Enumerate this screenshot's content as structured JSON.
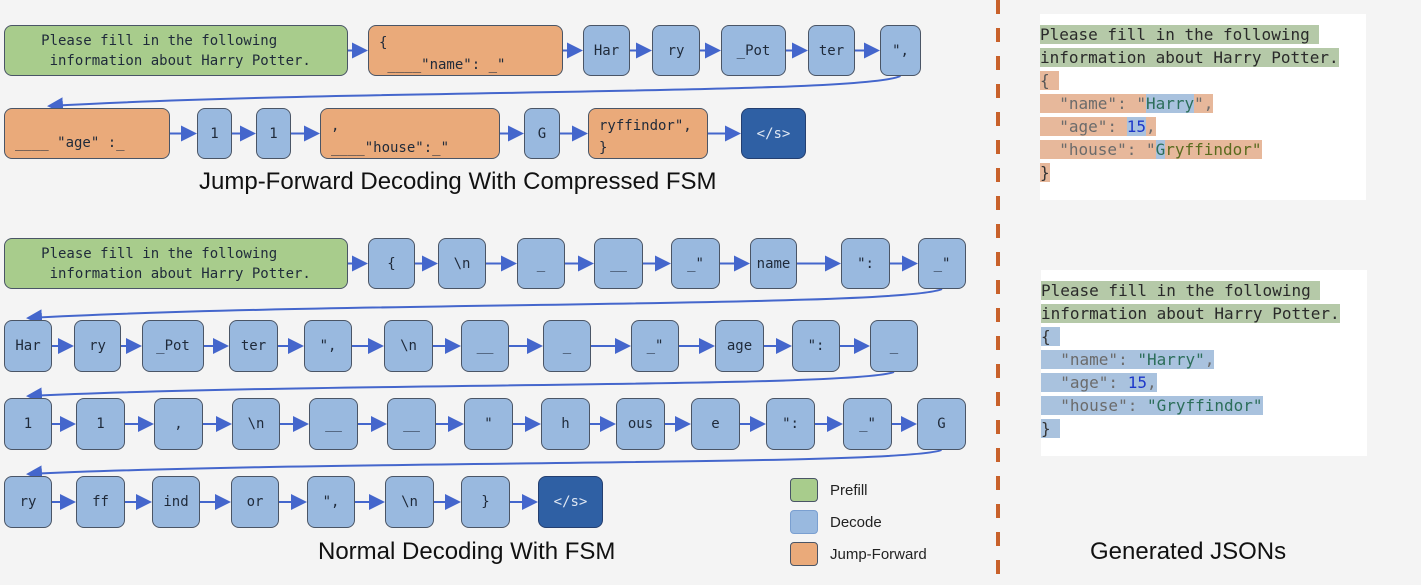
{
  "colors": {
    "prefill": "#a8cc8c",
    "decode": "#99b9df",
    "jump_forward": "#eaaa7a",
    "eos": "#2f60a4",
    "arrow": "#4466cc",
    "divider": "#c8612a"
  },
  "jump_forward_diagram": {
    "title": "Jump-Forward Decoding With Compressed FSM",
    "rows": [
      [
        {
          "type": "prefill",
          "text": "Please fill in the following\n information about Harry Potter."
        },
        {
          "type": "jump",
          "text": "{\n ____\"name\": _\""
        },
        {
          "type": "decode",
          "text": "Har"
        },
        {
          "type": "decode",
          "text": "ry"
        },
        {
          "type": "decode",
          "text": "_Pot"
        },
        {
          "type": "decode",
          "text": "ter"
        },
        {
          "type": "decode",
          "text": "\","
        }
      ],
      [
        {
          "type": "jump",
          "text": "\n____ \"age\" :_"
        },
        {
          "type": "decode",
          "text": "1"
        },
        {
          "type": "decode",
          "text": "1"
        },
        {
          "type": "jump",
          "text": ",\n____\"house\":_\""
        },
        {
          "type": "decode",
          "text": "G"
        },
        {
          "type": "jump",
          "text": "ryffindor\",\n}"
        },
        {
          "type": "eos",
          "text": "</s>"
        }
      ]
    ]
  },
  "normal_diagram": {
    "title": "Normal Decoding With FSM",
    "rows": [
      [
        {
          "type": "prefill",
          "text": "Please fill in the following\n information about Harry Potter."
        },
        {
          "type": "decode",
          "text": "{"
        },
        {
          "type": "decode",
          "text": "\\n"
        },
        {
          "type": "decode",
          "text": "_"
        },
        {
          "type": "decode",
          "text": "__"
        },
        {
          "type": "decode",
          "text": "_\""
        },
        {
          "type": "decode",
          "text": "name"
        },
        {
          "type": "decode",
          "text": "\":"
        },
        {
          "type": "decode",
          "text": "_\""
        }
      ],
      [
        {
          "type": "decode",
          "text": "Har"
        },
        {
          "type": "decode",
          "text": "ry"
        },
        {
          "type": "decode",
          "text": "_Pot"
        },
        {
          "type": "decode",
          "text": "ter"
        },
        {
          "type": "decode",
          "text": "\","
        },
        {
          "type": "decode",
          "text": "\\n"
        },
        {
          "type": "decode",
          "text": "__"
        },
        {
          "type": "decode",
          "text": "_"
        },
        {
          "type": "decode",
          "text": "_\""
        },
        {
          "type": "decode",
          "text": "age"
        },
        {
          "type": "decode",
          "text": "\":"
        },
        {
          "type": "decode",
          "text": "_"
        }
      ],
      [
        {
          "type": "decode",
          "text": "1"
        },
        {
          "type": "decode",
          "text": "1"
        },
        {
          "type": "decode",
          "text": ","
        },
        {
          "type": "decode",
          "text": "\\n"
        },
        {
          "type": "decode",
          "text": "__"
        },
        {
          "type": "decode",
          "text": "__"
        },
        {
          "type": "decode",
          "text": "\""
        },
        {
          "type": "decode",
          "text": "h"
        },
        {
          "type": "decode",
          "text": "ous"
        },
        {
          "type": "decode",
          "text": "e"
        },
        {
          "type": "decode",
          "text": "\":"
        },
        {
          "type": "decode",
          "text": "_\""
        },
        {
          "type": "decode",
          "text": "G"
        }
      ],
      [
        {
          "type": "decode",
          "text": "ry"
        },
        {
          "type": "decode",
          "text": "ff"
        },
        {
          "type": "decode",
          "text": "ind"
        },
        {
          "type": "decode",
          "text": "or"
        },
        {
          "type": "decode",
          "text": "\","
        },
        {
          "type": "decode",
          "text": "\\n"
        },
        {
          "type": "decode",
          "text": "}"
        },
        {
          "type": "eos",
          "text": "</s>"
        }
      ]
    ]
  },
  "legend": {
    "items": [
      {
        "label": "Prefill",
        "type": "prefill"
      },
      {
        "label": "Decode",
        "type": "decode"
      },
      {
        "label": "Jump-Forward",
        "type": "jump"
      }
    ]
  },
  "generated_jsons": {
    "title": "Generated JSONs",
    "jump_forward_output": {
      "prompt_lines": [
        "Please fill in the following ",
        "information about Harry Potter."
      ],
      "open_brace": "{",
      "name_key": "  \"name\": \"",
      "name_value": "Harry",
      "name_end": "\",",
      "age_key": "  \"age\": ",
      "age_value": "15",
      "age_end": ",",
      "house_key": "  \"house\": \"",
      "house_first": "G",
      "house_rest": "ryffindor\"",
      "close_brace": "}"
    },
    "normal_output": {
      "prompt_lines": [
        "Please fill in the following ",
        "information about Harry Potter."
      ],
      "open_brace": "{",
      "name_key": "  \"name\": ",
      "name_value": "\"Harry\"",
      "name_end": ",",
      "age_key": "  \"age\": ",
      "age_value": "15",
      "age_end": ",",
      "house_key": "  \"house\": ",
      "house_value": "\"Gryffindor\"",
      "close_brace": "}"
    }
  }
}
